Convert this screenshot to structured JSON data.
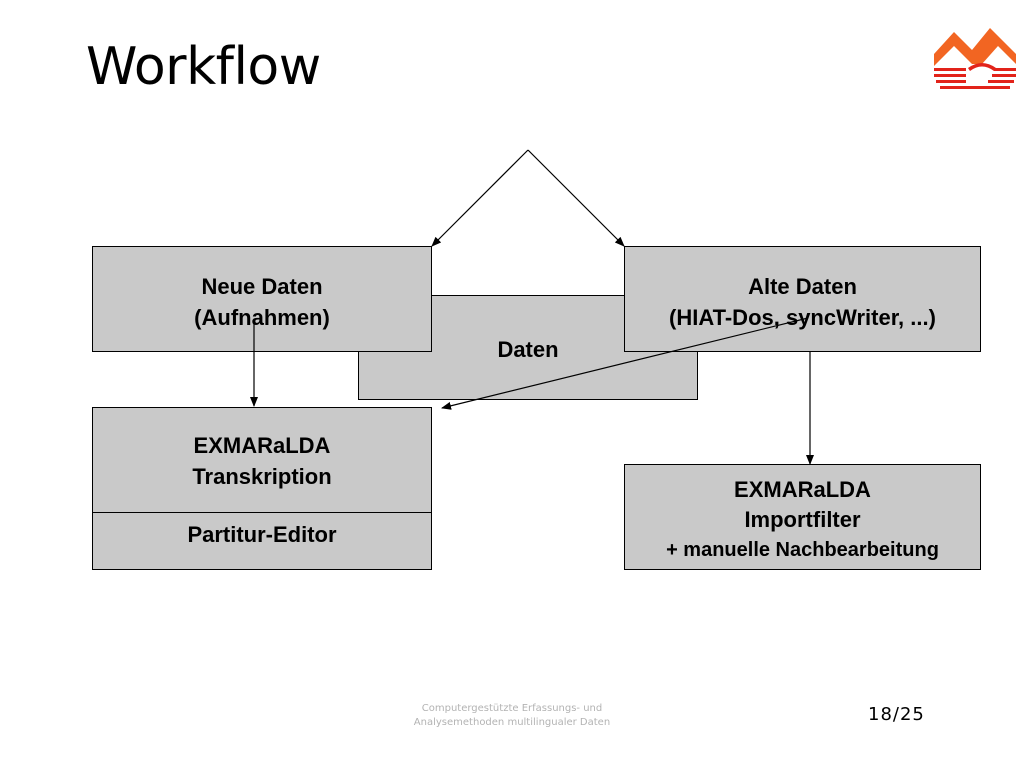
{
  "slide": {
    "title": "Workflow",
    "logo_icon": "university-logo-icon"
  },
  "diagram": {
    "daten": "Daten",
    "neue_daten": {
      "line1": "Neue Daten",
      "line2": "(Aufnahmen)"
    },
    "alte_daten": {
      "line1": "Alte Daten",
      "line2": "(HIAT-Dos, syncWriter, ...)"
    },
    "transkription": {
      "line1": "EXMARaLDA",
      "line2": "Transkription"
    },
    "partitur": "Partitur-Editor",
    "importfilter": {
      "line1": "EXMARaLDA",
      "line2": "Importfilter",
      "line3": "+ manuelle Nachbearbeitung"
    }
  },
  "footer": {
    "line1": "Computergestützte Erfassungs- und",
    "line2": "Analysemethoden multilingualer Daten",
    "page": "18/25"
  },
  "colors": {
    "box_fill": "#c9c9c9",
    "logo_orange": "#f26522",
    "logo_red": "#e2231a",
    "footer_gray": "#b3b3b3"
  }
}
